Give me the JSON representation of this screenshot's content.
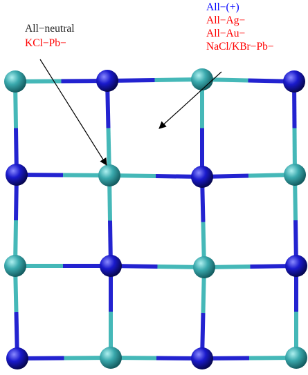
{
  "annotations": {
    "left": [
      {
        "text": "All−neutral",
        "color": "#222222"
      },
      {
        "text": "KCl−Pb−",
        "color": "#ff0000"
      }
    ],
    "right": [
      {
        "text": "All−(+)",
        "color": "#0000ff"
      },
      {
        "text": "All−Ag−",
        "color": "#ff0000"
      },
      {
        "text": "All−Au−",
        "color": "#ff0000"
      },
      {
        "text": "NaCl/KBr−Pb−",
        "color": "#ff0000"
      }
    ]
  },
  "lattice": {
    "grid_size": 4,
    "site_types": [
      [
        "cyan",
        "blue",
        "cyan",
        "blue"
      ],
      [
        "blue",
        "cyan",
        "blue",
        "cyan"
      ],
      [
        "cyan",
        "blue",
        "cyan",
        "blue"
      ],
      [
        "blue",
        "cyan",
        "blue",
        "cyan"
      ]
    ],
    "colors": {
      "cyan": "#3aa9ad",
      "blue": "#1a1acc",
      "bond_cyan": "#45b8b8",
      "bond_blue": "#2323d0"
    }
  }
}
